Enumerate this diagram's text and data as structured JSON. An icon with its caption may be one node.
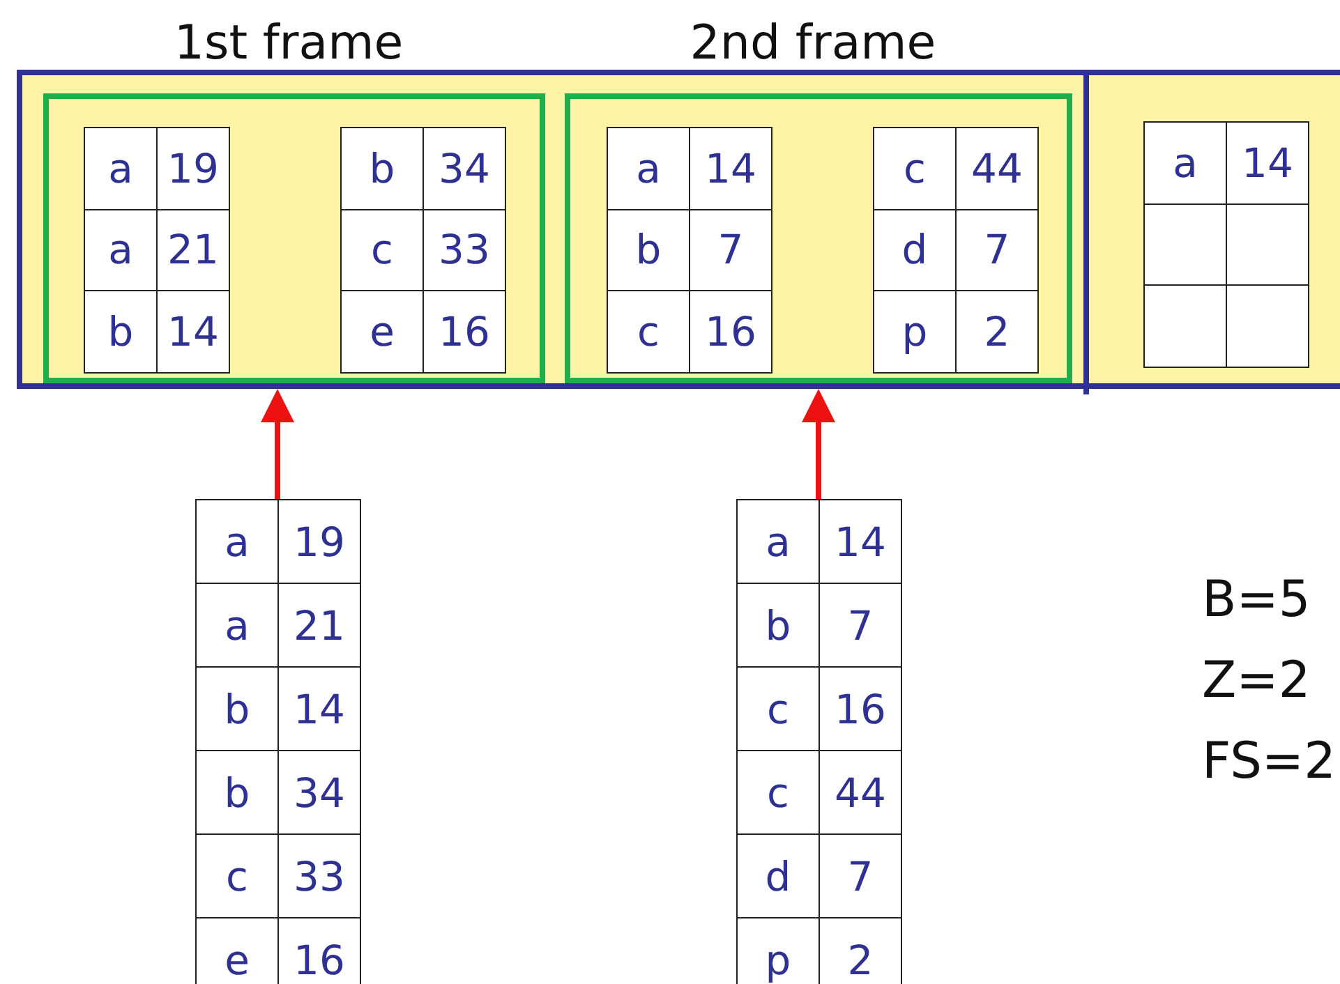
{
  "diagram": {
    "nodes": [
      {
        "text": [],
        "shape": "box"
      },
      {
        "text": [
          "1st frame"
        ],
        "in": 0
      },
      {
        "text": [
          "a",
          "19",
          "a",
          "21",
          "b",
          "14"
        ],
        "in": 1
      },
      {
        "text": [
          "b",
          "34",
          "c",
          "33",
          "e",
          "16"
        ],
        "in": 1
      },
      {
        "text": [
          "2nd frame"
        ],
        "in": 0
      },
      {
        "text": [
          "a",
          "14",
          "b",
          "7",
          "c",
          "16"
        ],
        "in": 4
      },
      {
        "text": [
          "c",
          "44",
          "d",
          "7",
          "p",
          "2"
        ],
        "in": 4
      },
      {
        "text": [],
        "shape": "box",
        "in": 0
      },
      {
        "text": [
          "a",
          "14"
        ],
        "in": 7
      },
      {
        "text": [
          "a",
          "19",
          "a",
          "21",
          "b",
          "14",
          "b",
          "34",
          "c",
          "33",
          "e",
          "16"
        ]
      },
      {
        "text": [
          "a",
          "14",
          "b",
          "7",
          "c",
          "16",
          "c",
          "44",
          "d",
          "7",
          "p",
          "2"
        ]
      }
    ],
    "edges": [
      {
        "from": 9,
        "to": 1,
        "arrow": "to"
      },
      {
        "from": 10,
        "to": 4,
        "arrow": "to"
      }
    ],
    "labels": [
      "B=5",
      "Z=2",
      "FS=2"
    ]
  }
}
